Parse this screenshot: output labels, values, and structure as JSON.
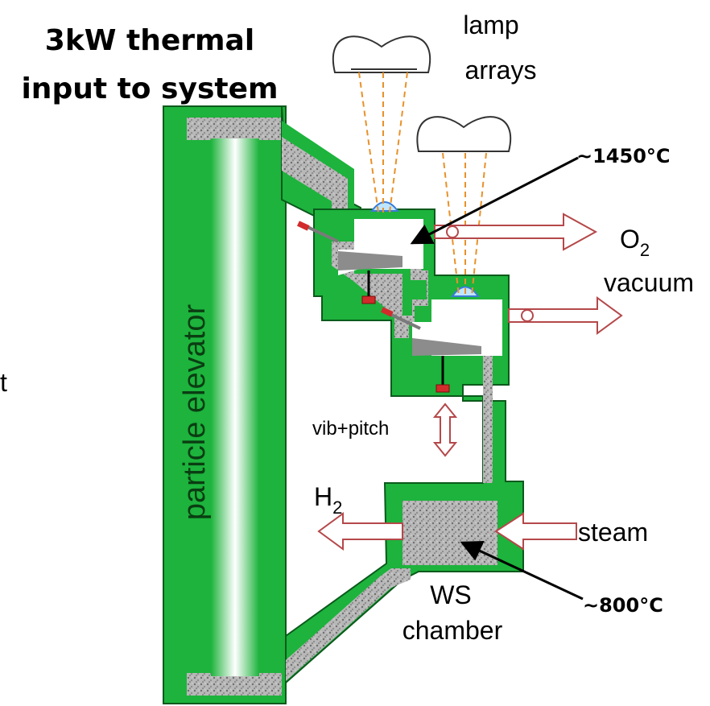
{
  "labels": {
    "title_line1": "3kW thermal",
    "title_line2": "input to system",
    "lamp_line1": "lamp",
    "lamp_line2": "arrays",
    "temp_high": "~1450°C",
    "temp_low": "~800°C",
    "o2_main": "O",
    "o2_sub": "2",
    "vacuum": "vacuum",
    "h2_main": "H",
    "h2_sub": "2",
    "steam": "steam",
    "vib_pitch": "vib+pitch",
    "ws_line1": "WS",
    "ws_line2": "chamber",
    "particle_elevator": "particle elevator",
    "edge_fragment": "t"
  },
  "colors": {
    "green": "#1db33c",
    "dark_green_outline": "#0b5a1c",
    "particles": "#a8a8a8",
    "arrow_red": "#b5484a",
    "lamp_ray": "#e8912a",
    "seal_red": "#d22b2b",
    "window_blue": "#3a7bd5"
  }
}
